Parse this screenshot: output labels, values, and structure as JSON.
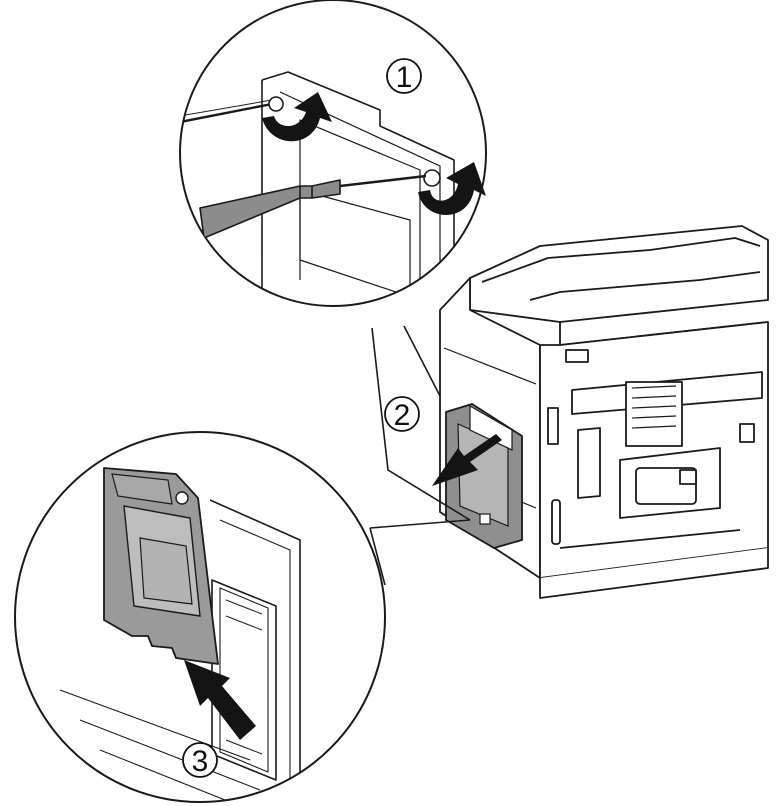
{
  "figure": {
    "steps": [
      {
        "number": "1",
        "action": "remove-screws"
      },
      {
        "number": "2",
        "action": "remove-cover"
      },
      {
        "number": "3",
        "action": "attach-cover"
      }
    ],
    "colors": {
      "line": "#1a1a1a",
      "panel_gray": "#9a9a9a",
      "panel_light": "#bdbdbd",
      "arrow": "#141414",
      "background": "#ffffff"
    },
    "icons": [
      "screwdriver-icon",
      "rotate-arrow-icon",
      "pull-arrow-icon",
      "push-arrow-icon"
    ]
  }
}
